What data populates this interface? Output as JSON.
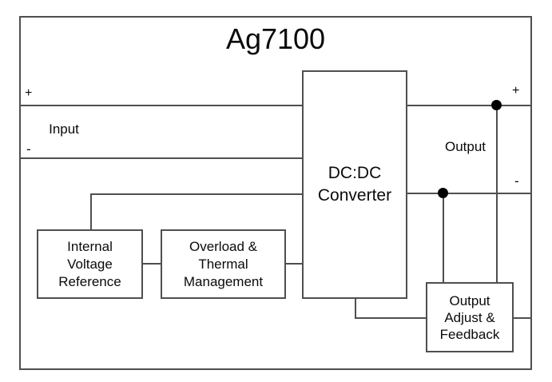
{
  "diagram": {
    "title": "Ag7100",
    "input": {
      "plus": "+",
      "minus": "-",
      "label": "Input"
    },
    "output": {
      "plus": "+",
      "minus": "-",
      "label": "Output"
    },
    "blocks": {
      "converter": {
        "lines": [
          "DC:DC",
          "Converter"
        ]
      },
      "reference": {
        "lines": [
          "Internal",
          "Voltage",
          "Reference"
        ]
      },
      "overload": {
        "lines": [
          "Overload &",
          "Thermal",
          "Management"
        ]
      },
      "feedback": {
        "lines": [
          "Output",
          "Adjust &",
          "Feedback"
        ]
      }
    },
    "colors": {
      "line": "#4f4f4f",
      "text": "#0a0a0a",
      "dot": "#000000",
      "background": "#ffffff"
    }
  }
}
